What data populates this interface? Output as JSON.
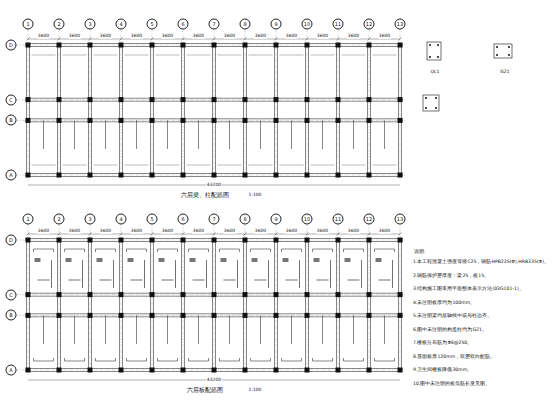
{
  "diagram": {
    "labels": [
      "1",
      "2",
      "3",
      "4",
      "5",
      "6",
      "7",
      "8",
      "9",
      "10",
      "11",
      "12",
      "13",
      "3600",
      "3600",
      "3600",
      "3600",
      "3600",
      "3600",
      "3600",
      "3600",
      "3600",
      "3600",
      "3600",
      "3600",
      "43200",
      "D",
      "C",
      "B",
      "A",
      "六层梁、柱配筋图",
      "1:100",
      "1",
      "2",
      "3",
      "4",
      "5",
      "6",
      "7",
      "8",
      "9",
      "10",
      "11",
      "12",
      "13",
      "3600",
      "3600",
      "3600",
      "3600",
      "3600",
      "3600",
      "3600",
      "3600",
      "3600",
      "3600",
      "3600",
      "3600",
      "43200",
      "D",
      "C",
      "B",
      "A",
      "六层板配筋图",
      "1:100",
      "QL1",
      "GZ1",
      "说明:",
      "1.本工程混凝土强度等级C25，钢筋HPB235(Φ),HRB335(Φ)。",
      "2.钢筋保护层厚度：梁25，板15。",
      "3.结构施工图采用平面整体表示方法(03G101-1)。",
      "4.未注明板厚均为100mm。",
      "5.未注明梁均居轴线中或与柱边齐。",
      "6.图中未注明的构造柱均为GZ1。",
      "7.楼板分布筋为Φ6@250。",
      "8.屋面板厚120mm，双层双向配筋。",
      "9.卫生间楼板降低30mm。",
      "10.图中未注明的板负筋长度见图。"
    ]
  }
}
